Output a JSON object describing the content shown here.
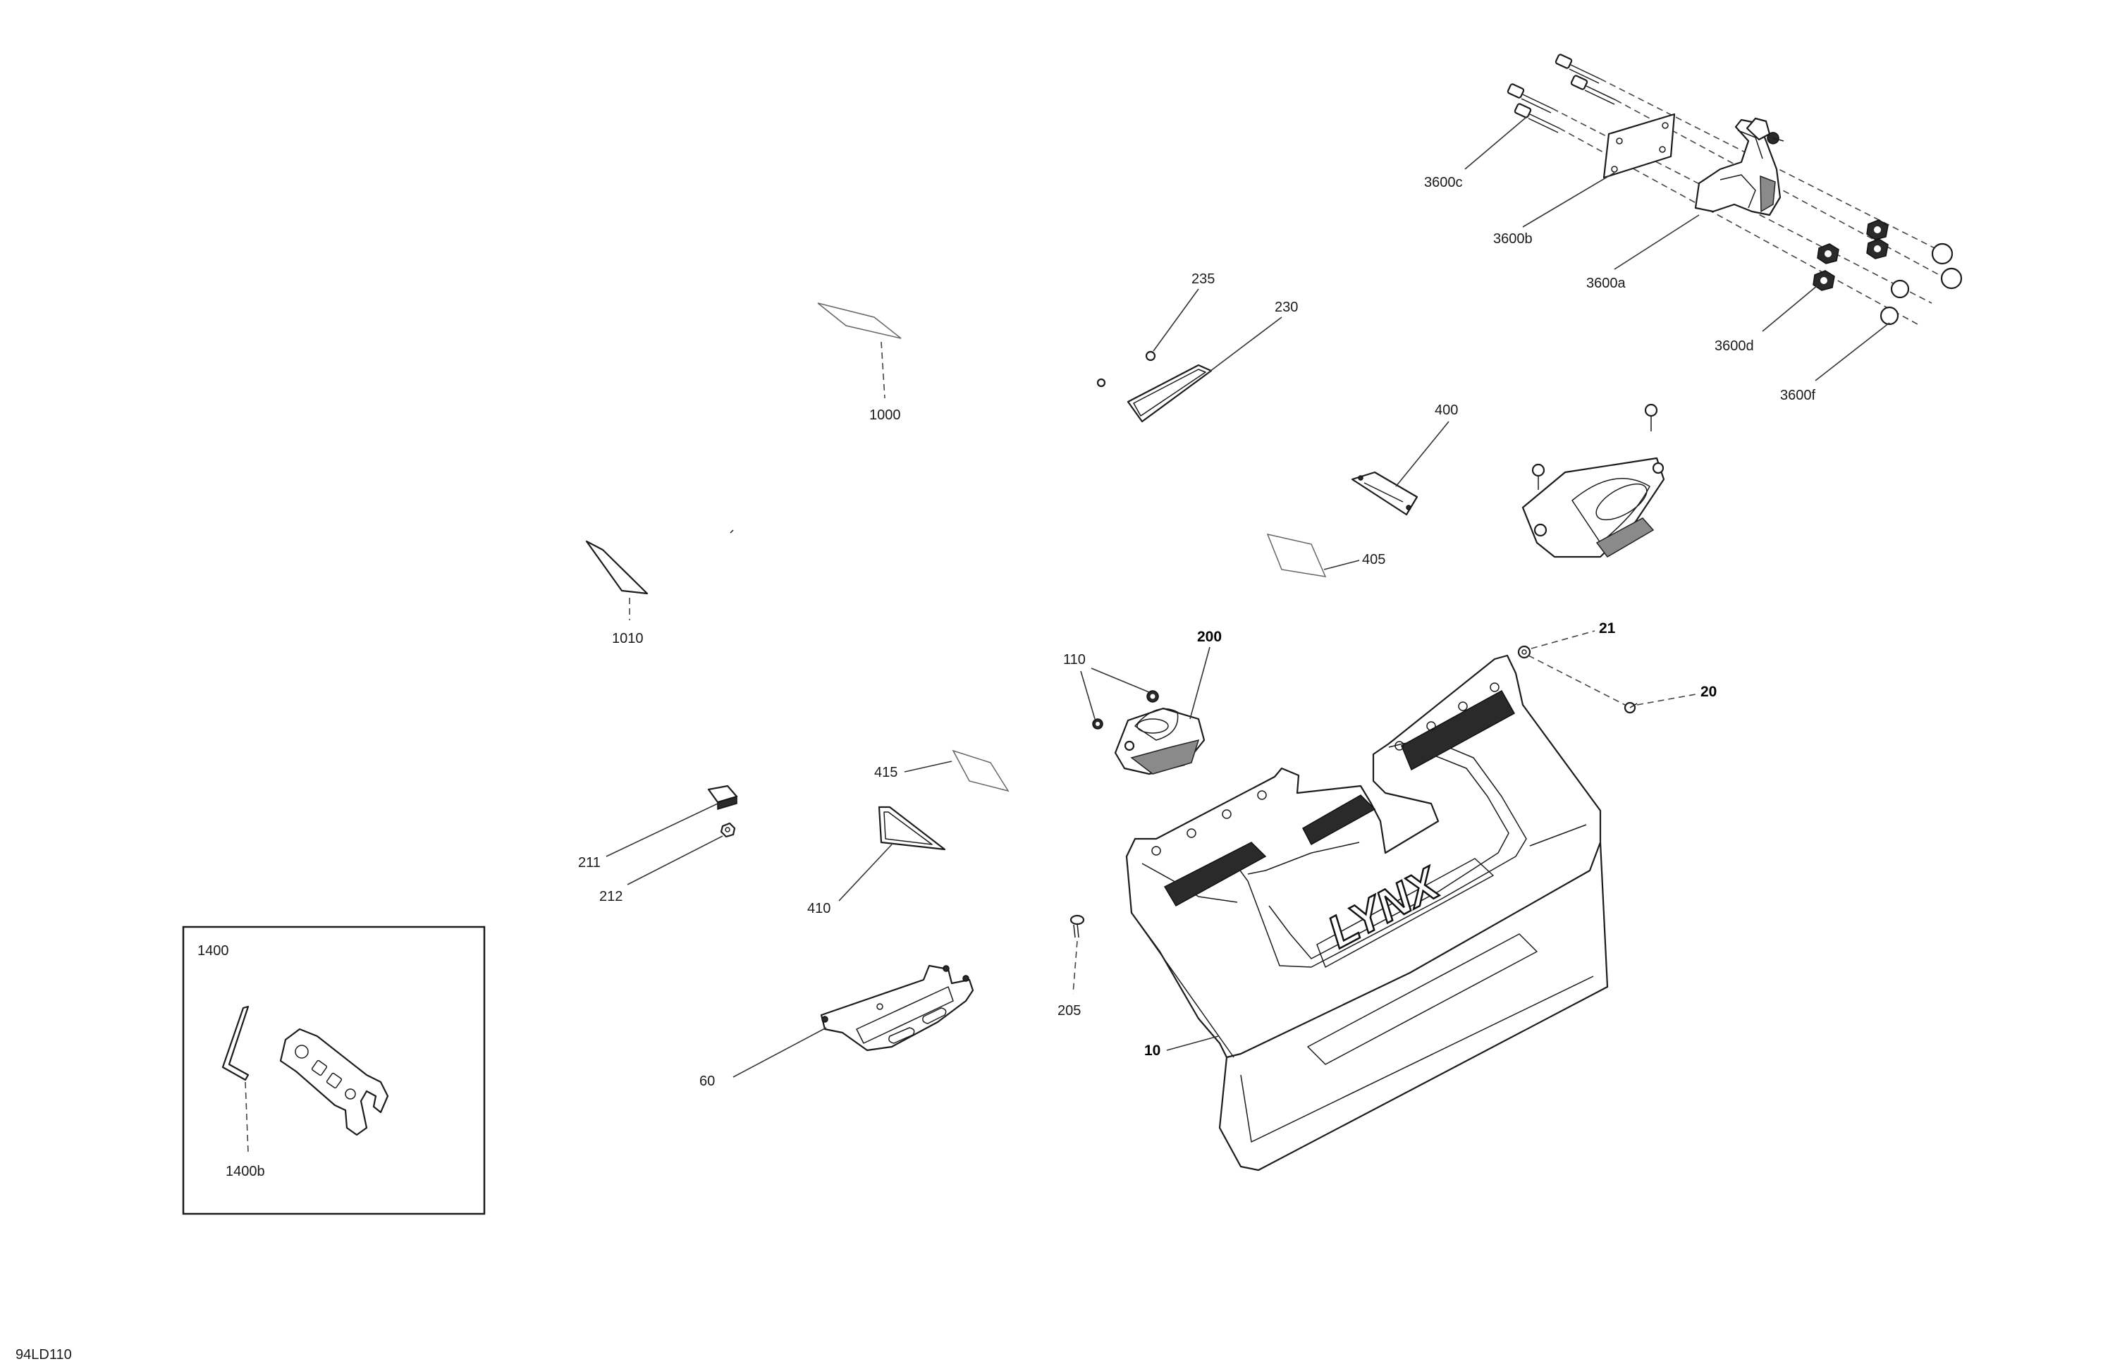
{
  "diagram": {
    "code": "94LD110",
    "callouts": [
      {
        "id": "c1000",
        "label": "1000"
      },
      {
        "id": "c1010",
        "label": "1010"
      },
      {
        "id": "c235",
        "label": "235"
      },
      {
        "id": "c230",
        "label": "230"
      },
      {
        "id": "c400",
        "label": "400"
      },
      {
        "id": "c405",
        "label": "405"
      },
      {
        "id": "c3600c",
        "label": "3600c"
      },
      {
        "id": "c3600b",
        "label": "3600b"
      },
      {
        "id": "c3600a",
        "label": "3600a"
      },
      {
        "id": "c3600d",
        "label": "3600d"
      },
      {
        "id": "c3600f",
        "label": "3600f"
      },
      {
        "id": "c110",
        "label": "110"
      },
      {
        "id": "c200",
        "label": "200"
      },
      {
        "id": "c21",
        "label": "21"
      },
      {
        "id": "c20",
        "label": "20"
      },
      {
        "id": "c415",
        "label": "415"
      },
      {
        "id": "c410",
        "label": "410"
      },
      {
        "id": "c211",
        "label": "211"
      },
      {
        "id": "c212",
        "label": "212"
      },
      {
        "id": "c205",
        "label": "205"
      },
      {
        "id": "c10",
        "label": "10"
      },
      {
        "id": "c60",
        "label": "60"
      },
      {
        "id": "c1400",
        "label": "1400"
      },
      {
        "id": "c1400b",
        "label": "1400b"
      }
    ],
    "brand_logo": "LYNX"
  }
}
